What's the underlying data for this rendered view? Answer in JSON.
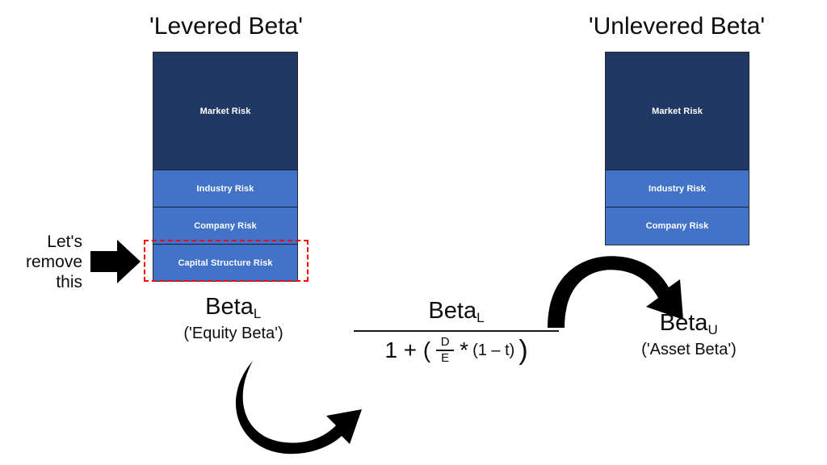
{
  "diagram": {
    "titles": {
      "levered": "'Levered Beta'",
      "unlevered": "'Unlevered Beta'"
    },
    "levered_stack": {
      "name": "levered-beta-risk-stack",
      "segments": [
        {
          "label": "Market Risk",
          "color": "#1f3864"
        },
        {
          "label": "Industry Risk",
          "color": "#4273c8"
        },
        {
          "label": "Company Risk",
          "color": "#4273c8"
        },
        {
          "label": "Capital Structure Risk",
          "color": "#4273c8"
        }
      ]
    },
    "unlevered_stack": {
      "name": "unlevered-beta-risk-stack",
      "segments": [
        {
          "label": "Market Risk",
          "color": "#1f3864"
        },
        {
          "label": "Industry Risk",
          "color": "#4273c8"
        },
        {
          "label": "Company Risk",
          "color": "#4273c8"
        }
      ]
    },
    "callout": {
      "text": "Let's remove this",
      "line1": "Let's",
      "line2": "remove",
      "line3": "this",
      "highlight_color": "#ff0000",
      "arrow_icon": "block-arrow-right-icon"
    },
    "labels": {
      "levered": {
        "main": "Beta",
        "subscript": "L",
        "caption": "('Equity Beta')"
      },
      "unlevered": {
        "main": "Beta",
        "subscript": "U",
        "caption": "('Asset Beta')"
      }
    },
    "formula": {
      "numerator_main": "Beta",
      "numerator_subscript": "L",
      "denominator_prefix": "1 + (",
      "fraction_numerator": "D",
      "fraction_denominator": "E",
      "operator": "*",
      "tax_term": "(1 – t)",
      "denominator_suffix": ")",
      "full_text": "Beta_L / (1 + ( D/E * (1 - t) ))"
    },
    "arrows": {
      "bottom_curve": "curved-arrow-u-right-icon",
      "right_arch": "curved-arrow-arch-right-icon"
    }
  }
}
